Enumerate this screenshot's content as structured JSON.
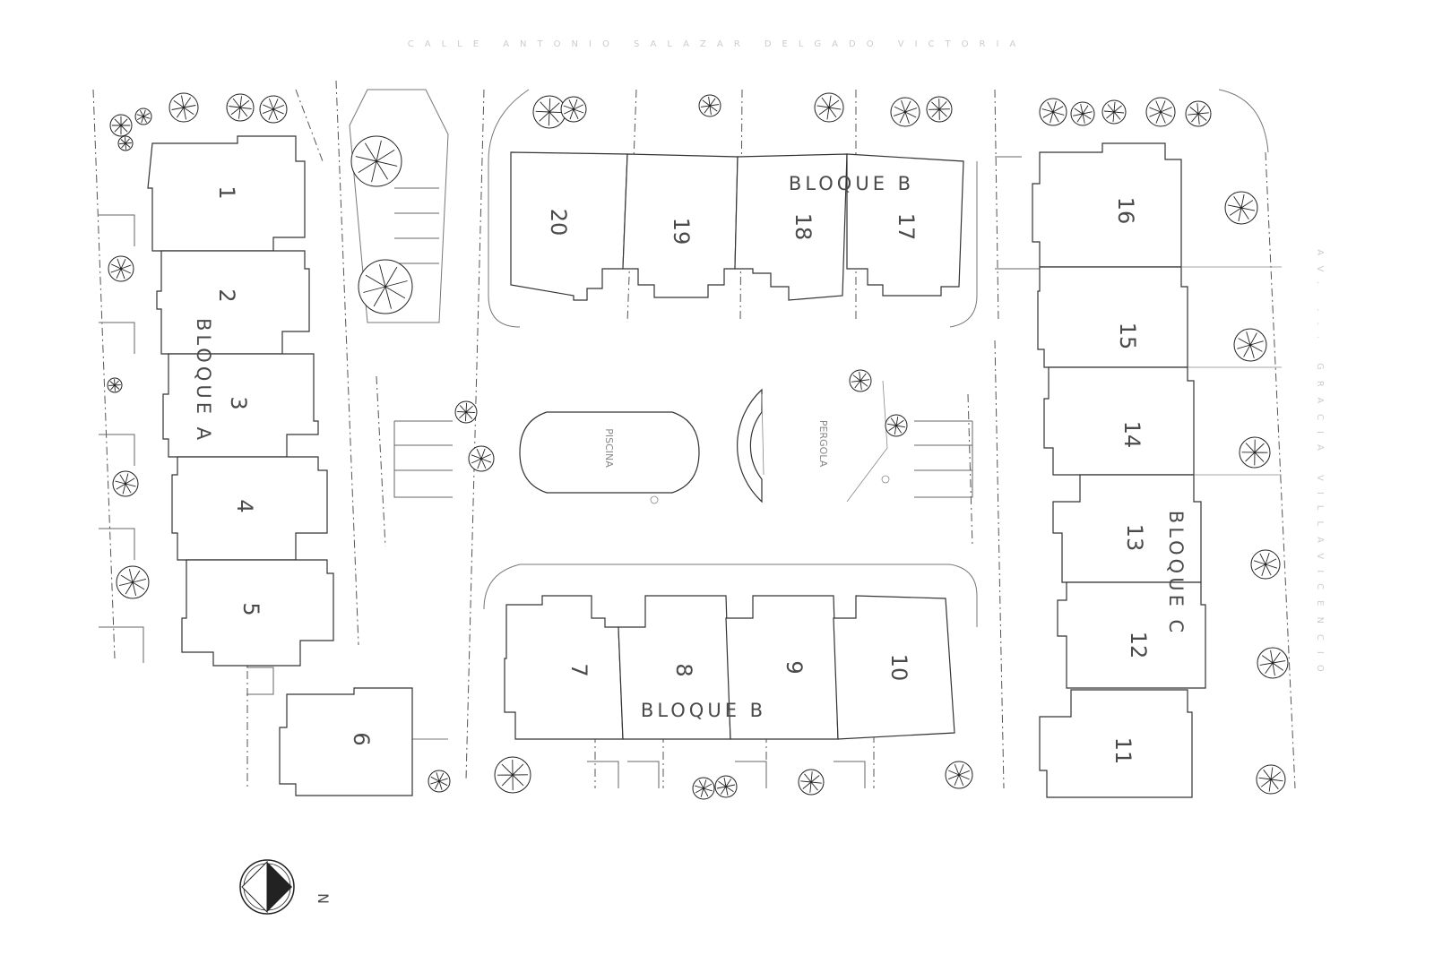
{
  "plan": {
    "street_top": "CALLE  ANTONIO  SALAZAR  DELGADO  VICTORIA",
    "street_right": "AV. ...  GRACIA  VILLAVICENCIO",
    "block_a": "BLOQUE A",
    "block_b_top": "BLOQUE B",
    "block_b_bottom": "BLOQUE B",
    "block_c": "BLOQUE C",
    "north": "N",
    "label_pool": "PISCINA",
    "label_pergola": "PERGOLA",
    "units": [
      "1",
      "2",
      "3",
      "4",
      "5",
      "6",
      "7",
      "8",
      "9",
      "10",
      "11",
      "12",
      "13",
      "14",
      "15",
      "16",
      "17",
      "18",
      "19",
      "20"
    ]
  },
  "colors": {
    "line": "#333333",
    "background": "#ffffff"
  },
  "icons": [
    "tree-icon",
    "north-arrow-icon"
  ]
}
